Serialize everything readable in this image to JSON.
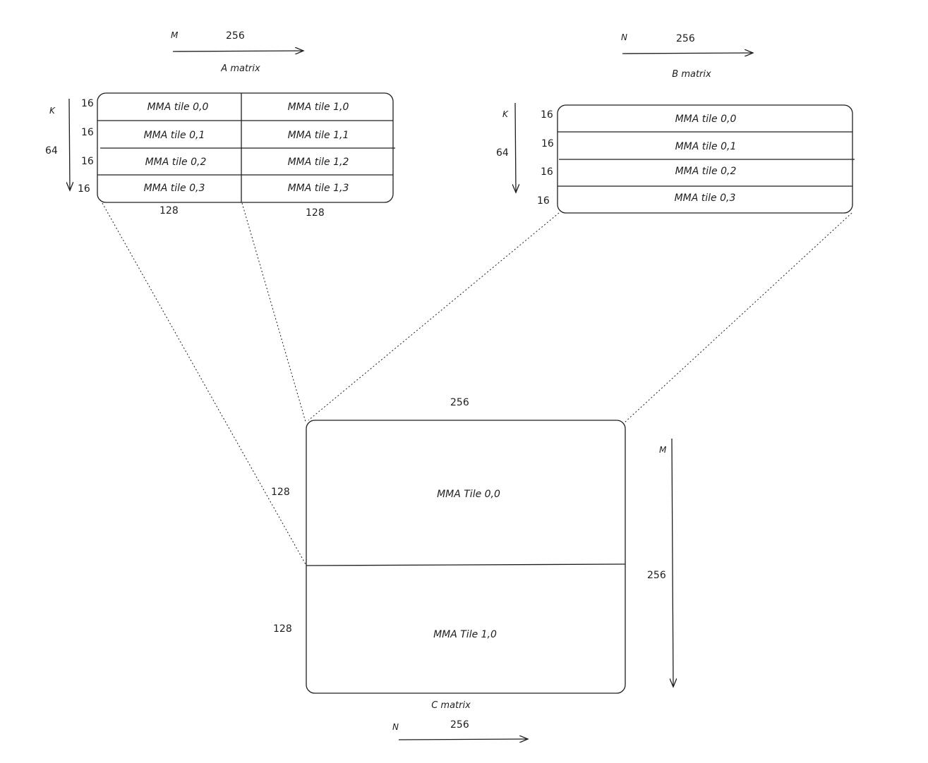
{
  "a_matrix": {
    "title": "A matrix",
    "axis_m": "M",
    "dim_top": "256",
    "axis_k": "K",
    "dim_k": "64",
    "row_sizes": [
      "16",
      "16",
      "16",
      "16"
    ],
    "col_sizes": [
      "128",
      "128"
    ],
    "tiles": [
      [
        "MMA tile 0,0",
        "MMA tile 1,0"
      ],
      [
        "MMA tile 0,1",
        "MMA tile 1,1"
      ],
      [
        "MMA tile 0,2",
        "MMA tile 1,2"
      ],
      [
        "MMA tile 0,3",
        "MMA tile 1,3"
      ]
    ]
  },
  "b_matrix": {
    "title": "B matrix",
    "axis_n": "N",
    "dim_top": "256",
    "axis_k": "K",
    "dim_k": "64",
    "row_sizes": [
      "16",
      "16",
      "16",
      "16"
    ],
    "tiles": [
      "MMA tile 0,0",
      "MMA tile 0,1",
      "MMA tile 0,2",
      "MMA tile 0,3"
    ]
  },
  "c_matrix": {
    "title": "C matrix",
    "dim_top": "256",
    "row_sizes": [
      "128",
      "128"
    ],
    "axis_m": "M",
    "dim_m": "256",
    "axis_n": "N",
    "dim_bottom": "256",
    "tiles": [
      "MMA Tile 0,0",
      "MMA Tile 1,0"
    ]
  }
}
